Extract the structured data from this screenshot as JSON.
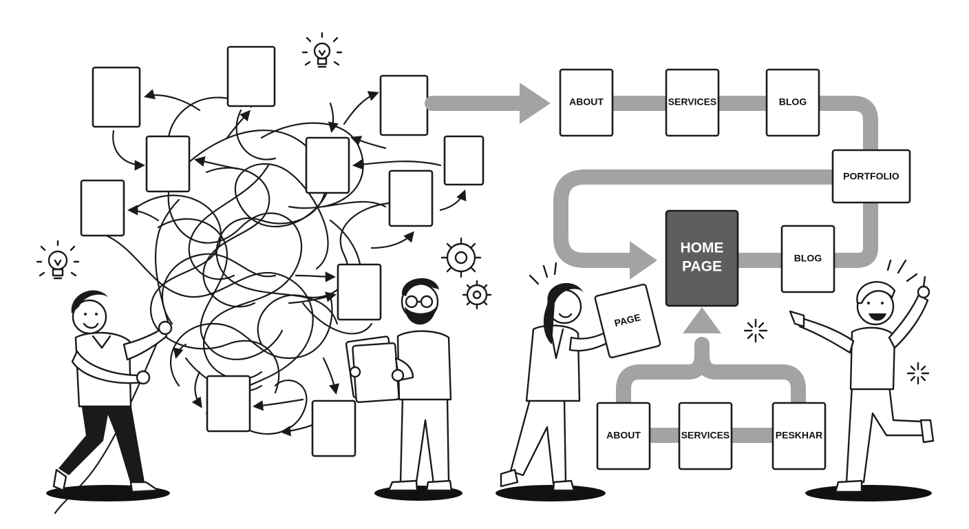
{
  "right_flow": {
    "top_row": [
      "ABOUT",
      "SERVICES",
      "BLOG"
    ],
    "portfolio": "PORTFOLIO",
    "home": [
      "HOME",
      "PAGE"
    ],
    "blog_lower": "BLOG",
    "bottom_row": [
      "ABOUT",
      "SERVICES",
      "PESKHAR"
    ],
    "held_page": "PAGE"
  },
  "colors": {
    "flow_arrow": "#a3a3a3",
    "home_page_fill": "#5e5e5e",
    "ink": "#1a1a1a"
  },
  "icons": [
    "lightbulb-icon",
    "gear-icon",
    "sparkle-icon"
  ]
}
